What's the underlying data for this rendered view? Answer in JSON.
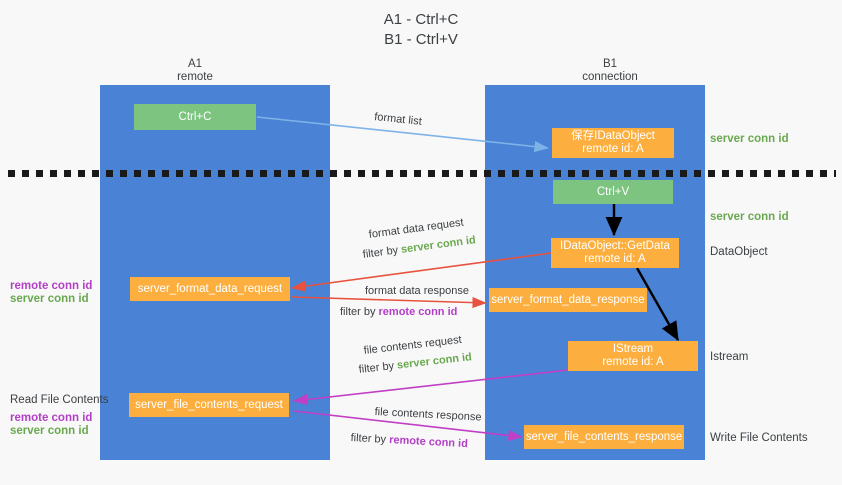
{
  "title": "A1 - Ctrl+C\nB1 - Ctrl+V",
  "lanes": [
    {
      "name": "A1",
      "sub": "remote"
    },
    {
      "name": "B1",
      "sub": "connection"
    }
  ],
  "lane_headers": {
    "left": "A1\nremote",
    "right": "B1\nconnection"
  },
  "boxes": {
    "ctrl_c": "Ctrl+C",
    "ctrl_v": "Ctrl+V",
    "save_idataobject": "保存IDataObject\nremote id: A",
    "get_data": "IDataObject::GetData\nremote id: A",
    "istream": "IStream\nremote id: A",
    "server_format_data_request": "server_format_data_request",
    "server_format_data_response": "server_format_data_response",
    "server_file_contents_request": "server_file_contents_request",
    "server_file_contents_response": "server_file_contents_response"
  },
  "right_labels": {
    "server_conn_id_top": "server conn id",
    "server_conn_id_mid": "server conn id",
    "dataobject": "DataObject",
    "istream": "Istream",
    "write_file_contents": "Write File Contents"
  },
  "left_labels": {
    "remote_conn_id_1": "remote conn id",
    "server_conn_id_1": "server conn id",
    "read_file_contents": "Read File Contents",
    "remote_conn_id_2": "remote conn id",
    "server_conn_id_2": "server conn id"
  },
  "captions": {
    "format_list": "format list",
    "format_data_request": "format data request",
    "format_data_request_filter_prefix": "filter by ",
    "format_data_request_filter_value": "server conn id",
    "format_data_response": "format data response",
    "format_data_response_filter_prefix": "filter by ",
    "format_data_response_filter_value": "remote conn id",
    "file_contents_request": "file contents request",
    "file_contents_request_filter_prefix": "filter by ",
    "file_contents_request_filter_value": "server conn id",
    "file_contents_response": "file contents response",
    "file_contents_response_filter_prefix": "filter by ",
    "file_contents_response_filter_value": "remote conn id"
  },
  "colors": {
    "lane": "#4a82d5",
    "orange": "#fcaf3e",
    "green_box": "#7cc47f",
    "green_text": "#6aa84f",
    "magenta_text": "#b33fc6",
    "arrow_blue": "#7eb3e8",
    "arrow_red": "#e8533f",
    "arrow_magenta": "#c13fc6",
    "arrow_black": "#000000",
    "background": "#f8f8f8"
  }
}
